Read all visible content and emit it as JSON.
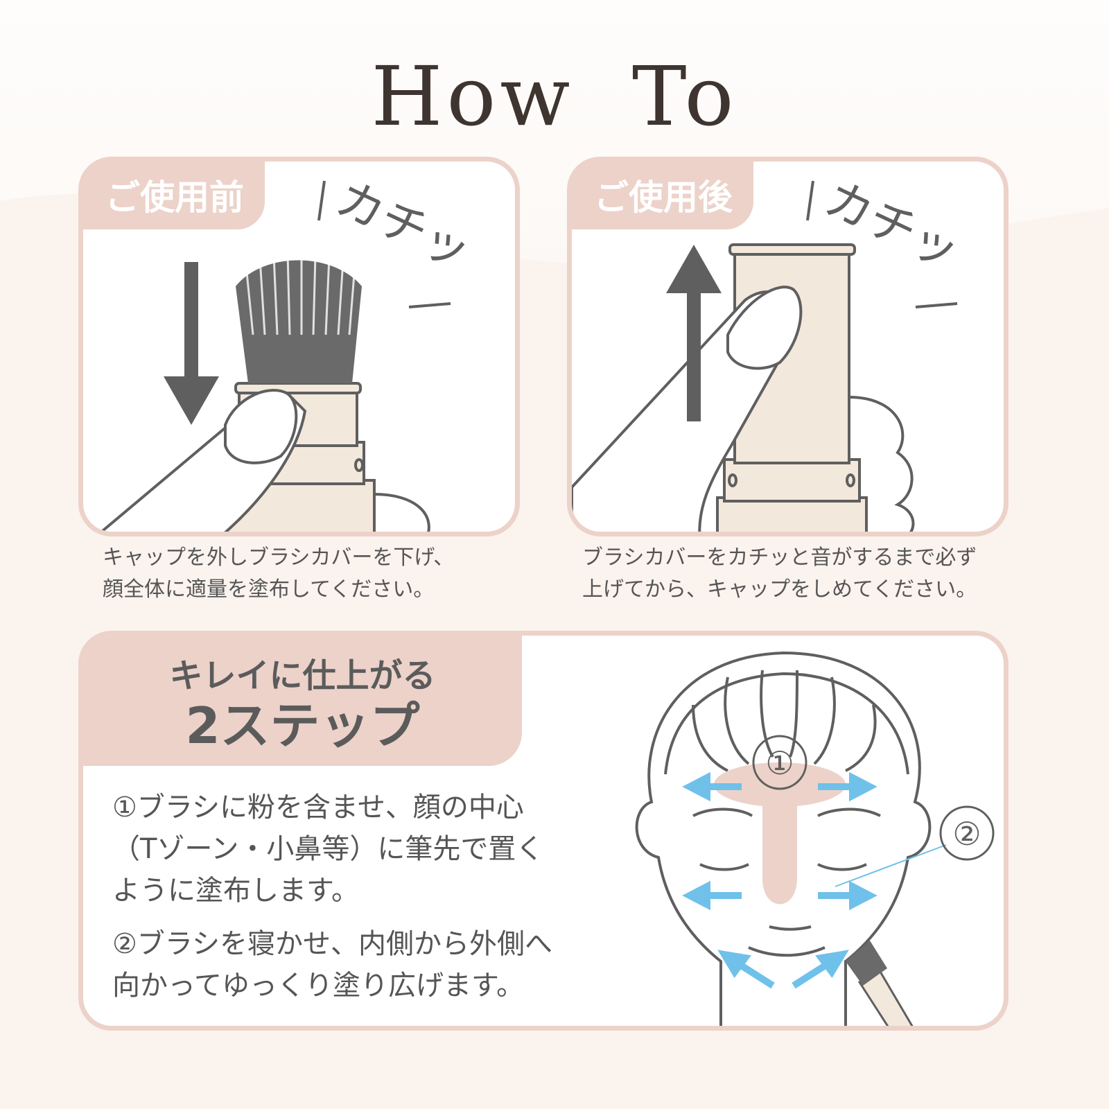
{
  "title": "How To",
  "before": {
    "tab": "ご使用前",
    "sound": "カチッ",
    "caption_lines": [
      "キャップを外しブラシカバーを下げ、",
      "顔全体に適量を塗布してください。"
    ]
  },
  "after": {
    "tab": "ご使用後",
    "sound": "カチッ",
    "caption_lines": [
      "ブラシカバーをカチッと音がするまで必ず",
      "上げてから、キャップをしめてください。"
    ]
  },
  "steps": {
    "heading_line1": "キレイに仕上がる",
    "heading_line2": "2ステップ",
    "step1_lines": [
      "①ブラシに粉を含ませ、顔の中心",
      "（Tゾーン・小鼻等）に筆先で置く",
      "ように塗布します。"
    ],
    "step2_lines": [
      "②ブラシを寝かせ、内側から外側へ",
      "向かってゆっくり塗り広げます。"
    ],
    "marker1": "①",
    "marker2": "②"
  },
  "colors": {
    "accent": "#ecd2c9",
    "arrow_blue": "#6fc1ea",
    "ink": "#5f5f5f",
    "cream": "#f3e8dc"
  }
}
